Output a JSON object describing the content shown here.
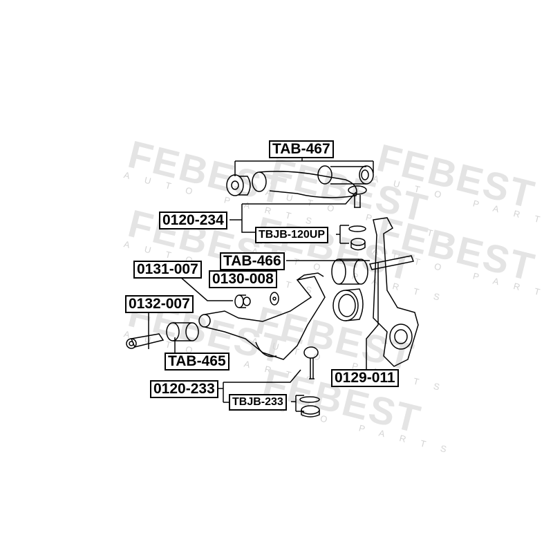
{
  "watermark": {
    "brand": "FEBEST",
    "tagline": "AUTO PARTS"
  },
  "labels": {
    "tab467": "TAB-467",
    "p0120_234": "0120-234",
    "tbjb120up": "TBJB-120UP",
    "tab466": "TAB-466",
    "p0131_007": "0131-007",
    "p0130_008": "0130-008",
    "p0132_007": "0132-007",
    "tab465": "TAB-465",
    "p0120_233": "0120-233",
    "tbjb233": "TBJB-233",
    "p0129_011": "0129-011"
  }
}
